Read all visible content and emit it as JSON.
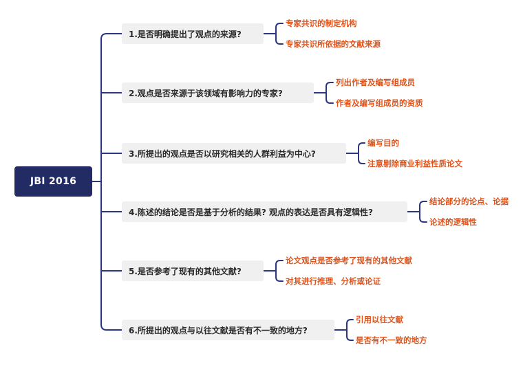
{
  "root": {
    "label": "JBI 2016"
  },
  "branches": [
    {
      "label": "1.是否明确提出了观点的来源?",
      "leaves": [
        "专家共识的制定机构",
        "专家共识所依据的文献来源"
      ]
    },
    {
      "label": "2.观点是否来源于该领域有影响力的专家?",
      "leaves": [
        "列出作者及编写组成员",
        "作者及编写组成员的资质"
      ]
    },
    {
      "label": "3.所提出的观点是否以研究相关的人群利益为中心?",
      "leaves": [
        "编写目的",
        "注意剔除商业利益性质论文"
      ]
    },
    {
      "label": "4.陈述的结论是否是基于分析的结果? 观点的表达是否具有逻辑性?",
      "leaves": [
        "结论部分的论点、论据",
        "论述的逻辑性"
      ]
    },
    {
      "label": "5.是否参考了现有的其他文献?",
      "leaves": [
        "论文观点是否参考了现有的其他文献",
        "对其进行推理、分析或论证"
      ]
    },
    {
      "label": "6.所提出的观点与以往文献是否有不一致的地方?",
      "leaves": [
        "引用以往文献",
        "是否有不一致的地方"
      ]
    }
  ],
  "colors": {
    "root_bg": "#222b63",
    "connector": "#2b3580",
    "leaf_text": "#e0541c",
    "branch_bg": "#f0f0f0"
  }
}
